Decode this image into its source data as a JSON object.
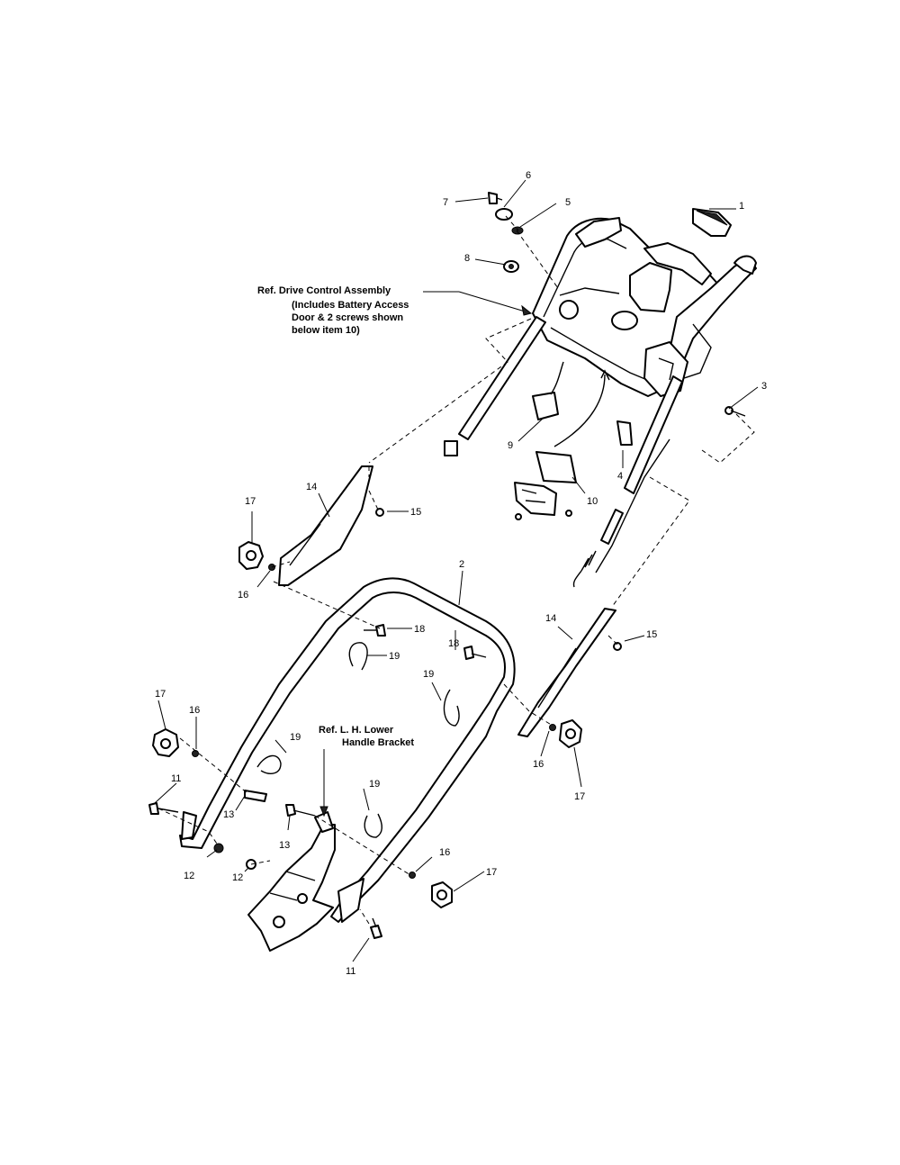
{
  "diagram": {
    "callouts": [
      {
        "id": "c1",
        "text": "1"
      },
      {
        "id": "c2",
        "text": "2"
      },
      {
        "id": "c3",
        "text": "3"
      },
      {
        "id": "c4",
        "text": "4"
      },
      {
        "id": "c5",
        "text": "5"
      },
      {
        "id": "c6",
        "text": "6"
      },
      {
        "id": "c7",
        "text": "7"
      },
      {
        "id": "c8",
        "text": "8"
      },
      {
        "id": "c9",
        "text": "9"
      },
      {
        "id": "c10",
        "text": "10"
      },
      {
        "id": "c11a",
        "text": "11"
      },
      {
        "id": "c11b",
        "text": "11"
      },
      {
        "id": "c12a",
        "text": "12"
      },
      {
        "id": "c12b",
        "text": "12"
      },
      {
        "id": "c13a",
        "text": "13"
      },
      {
        "id": "c13b",
        "text": "13"
      },
      {
        "id": "c14a",
        "text": "14"
      },
      {
        "id": "c14b",
        "text": "14"
      },
      {
        "id": "c15a",
        "text": "15"
      },
      {
        "id": "c15b",
        "text": "15"
      },
      {
        "id": "c16a",
        "text": "16"
      },
      {
        "id": "c16b",
        "text": "16"
      },
      {
        "id": "c16c",
        "text": "16"
      },
      {
        "id": "c16d",
        "text": "16"
      },
      {
        "id": "c17a",
        "text": "17"
      },
      {
        "id": "c17b",
        "text": "17"
      },
      {
        "id": "c17c",
        "text": "17"
      },
      {
        "id": "c17d",
        "text": "17"
      },
      {
        "id": "c18a",
        "text": "18"
      },
      {
        "id": "c18b",
        "text": "18"
      },
      {
        "id": "c19a",
        "text": "19"
      },
      {
        "id": "c19b",
        "text": "19"
      },
      {
        "id": "c19c",
        "text": "19"
      },
      {
        "id": "c19d",
        "text": "19"
      }
    ],
    "notes": {
      "drive_control": [
        "Ref. Drive Control Assembly",
        "(Includes Battery Access",
        "Door & 2 screws shown",
        "below item 10)"
      ],
      "lower_bracket": [
        "Ref. L. H. Lower",
        "Handle Bracket"
      ]
    }
  }
}
